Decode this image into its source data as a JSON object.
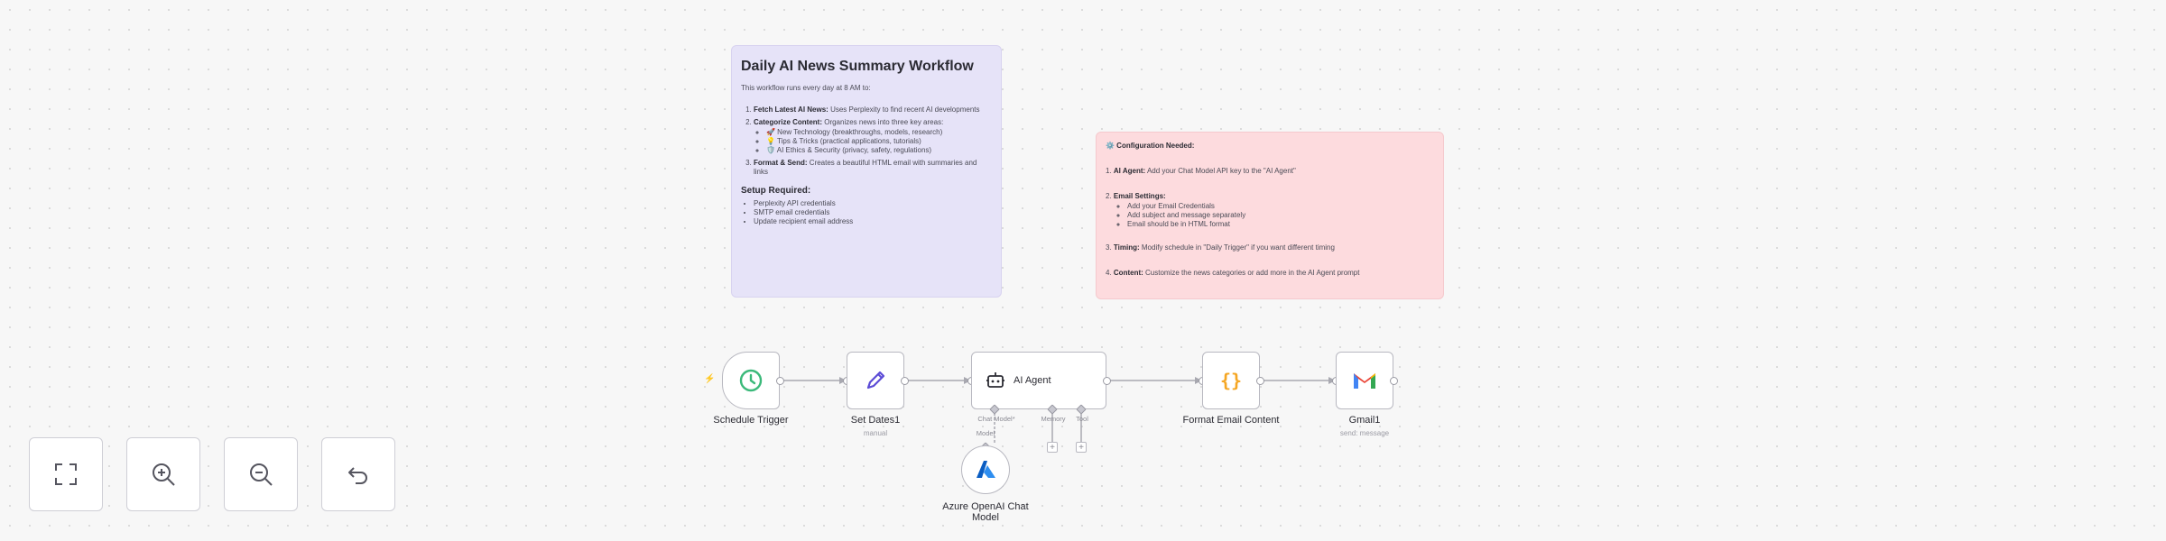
{
  "notes": {
    "main": {
      "title": "Daily AI News Summary Workflow",
      "intro": "This workflow runs every day at 8 AM to:",
      "steps": [
        {
          "bold": "Fetch Latest AI News:",
          "text": " Uses Perplexity to find recent AI developments"
        },
        {
          "bold": "Categorize Content:",
          "text": " Organizes news into three key areas:"
        },
        {
          "bold": "Format & Send:",
          "text": " Creates a beautiful HTML email with summaries and links"
        }
      ],
      "categories": [
        "🚀 New Technology (breakthroughs, models, research)",
        "💡 Tips & Tricks (practical applications, tutorials)",
        "🛡️ AI Ethics & Security (privacy, safety, regulations)"
      ],
      "setup_title": "Setup Required:",
      "setup_items": [
        "Perplexity API credentials",
        "SMTP email credentials",
        "Update recipient email address"
      ]
    },
    "config": {
      "title": "⚙️ Configuration Needed:",
      "items": [
        {
          "num": "1.",
          "bold": "AI Agent:",
          "text": " Add your Chat Model API key to the \"AI Agent\""
        },
        {
          "num": "2.",
          "bold": "Email Settings:",
          "text": ""
        },
        {
          "num": "3.",
          "bold": "Timing:",
          "text": " Modify schedule in \"Daily Trigger\" if you want different timing"
        },
        {
          "num": "4.",
          "bold": "Content:",
          "text": " Customize the news categories or add more in the AI Agent prompt"
        }
      ],
      "email_sub": [
        "Add your Email Credentials",
        "Add subject and message separately",
        "Email should be in HTML format"
      ]
    }
  },
  "nodes": {
    "schedule": {
      "label": "Schedule Trigger"
    },
    "set_dates": {
      "label": "Set Dates1",
      "sub": "manual"
    },
    "agent": {
      "label": "AI Agent",
      "ports": {
        "chat": "Chat Model*",
        "memory": "Memory",
        "tool": "Tool"
      }
    },
    "format": {
      "label": "Format Email Content"
    },
    "gmail": {
      "label": "Gmail1",
      "sub": "send: message"
    },
    "azure": {
      "label": "Azure OpenAI Chat Model",
      "port": "Model"
    }
  },
  "icons": {
    "schedule": "clock-icon",
    "set_dates": "pencil-icon",
    "agent": "robot-icon",
    "format": "braces-icon",
    "gmail": "gmail-icon",
    "azure": "azure-icon"
  },
  "colors": {
    "note_purple": "#e6e3f8",
    "note_red": "#fddbde",
    "clock": "#3bb97a",
    "pencil": "#5b4bd6",
    "braces": "#f5a623",
    "accent": "#ff6d5a"
  }
}
